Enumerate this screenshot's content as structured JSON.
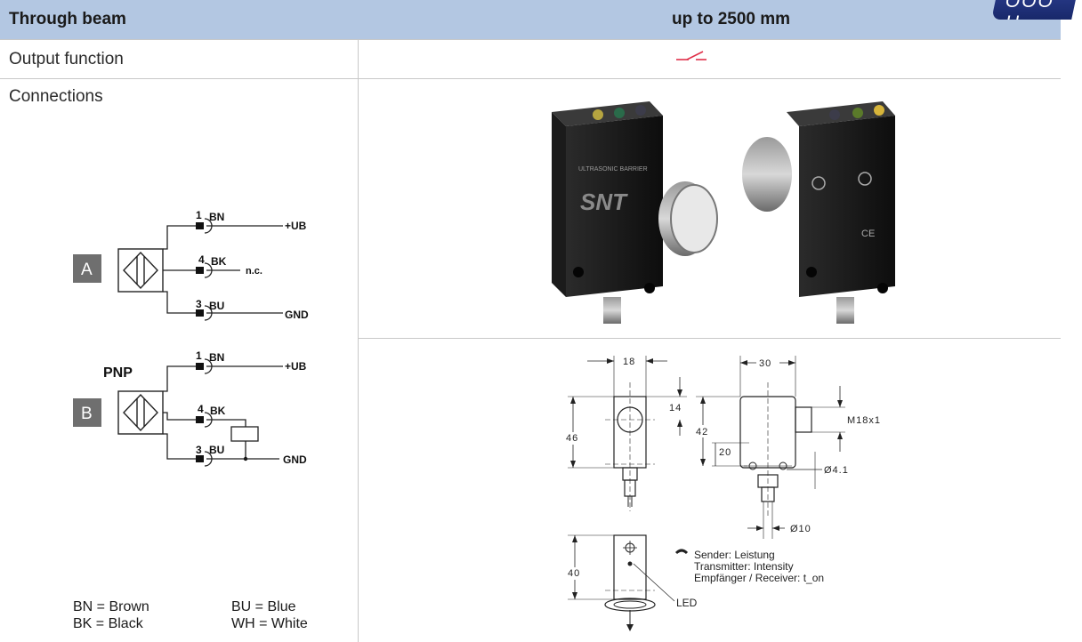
{
  "header": {
    "left": "Through beam",
    "right": "up to 2500 mm",
    "tab": "OOO H"
  },
  "rows": {
    "output_function": "Output function",
    "connections": "Connections"
  },
  "colors": {
    "header_bg": "#b3c7e2",
    "accent_red": "#e0304a",
    "grid": "#c8c8c8",
    "tab_blue": "#1f2f7a"
  },
  "diagram_a": {
    "label": "A",
    "wires": [
      {
        "pin": "1",
        "color": "BN",
        "signal": "+UB"
      },
      {
        "pin": "4",
        "color": "BK",
        "signal": "n.c."
      },
      {
        "pin": "3",
        "color": "BU",
        "signal": "GND"
      }
    ]
  },
  "diagram_b": {
    "label": "B",
    "type": "PNP",
    "wires": [
      {
        "pin": "1",
        "color": "BN",
        "signal": "+UB"
      },
      {
        "pin": "4",
        "color": "BK",
        "signal": ""
      },
      {
        "pin": "3",
        "color": "BU",
        "signal": "GND"
      }
    ]
  },
  "legend": {
    "bn": "BN = Brown",
    "bk": "BK = Black",
    "bu": "BU = Blue",
    "wh": "WH = White"
  },
  "product_brand": "SNT",
  "product_label": "ULTRASONIC BARRIER",
  "drawing": {
    "d18": "18",
    "d30": "30",
    "d14": "14",
    "d46": "46",
    "d42": "42",
    "d20": "20",
    "thread": "M18x1",
    "hole": "Ø4.1",
    "bore": "Ø10",
    "d40": "40",
    "note_1": "Sender: Leistung",
    "note_2": "Transmitter: Intensity",
    "note_3": "Empfänger / Receiver: t_on",
    "led": "LED"
  }
}
